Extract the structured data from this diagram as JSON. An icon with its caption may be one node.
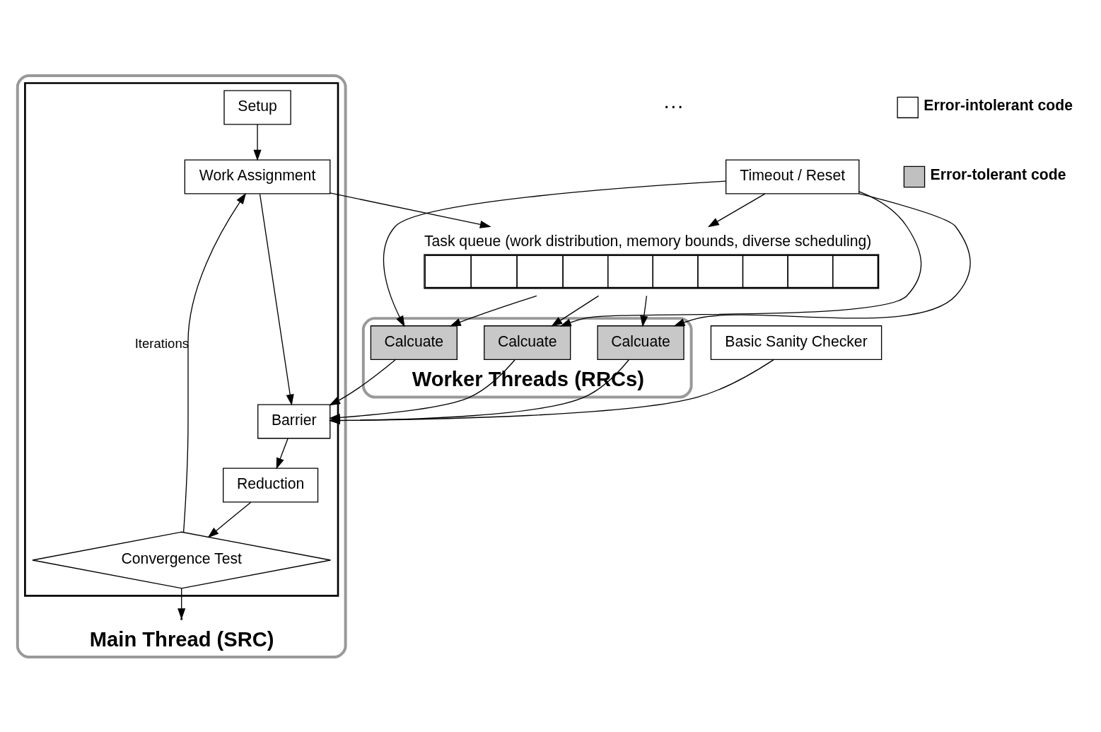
{
  "diagram": {
    "nodes": [
      {
        "text": [
          "Main Thread (SRC)"
        ]
      },
      {
        "text": [],
        "shape": "box",
        "in": 0
      },
      {
        "text": [
          "Setup"
        ],
        "in": 1
      },
      {
        "text": [
          "Work Assignment"
        ],
        "in": 1
      },
      {
        "text": [
          "Basic Sanity Checker"
        ]
      },
      {
        "text": [
          "Timeout / Reset"
        ]
      },
      {
        "text": [
          "Barrier"
        ],
        "in": 1
      },
      {
        "text": [
          "Reduction"
        ],
        "in": 1
      },
      {
        "text": [
          "Convergence Test"
        ],
        "in": 1
      },
      {
        "text": [
          "Task queue (work distribution, memory bounds, diverse scheduling)"
        ]
      },
      {
        "text": [
          "Worker Threads (RRCs)"
        ]
      },
      {
        "text": [
          "Calcuate"
        ],
        "in": 10
      },
      {
        "text": [
          "Calcuate"
        ],
        "in": 10
      },
      {
        "text": [
          "Calcuate"
        ],
        "in": 10
      }
    ],
    "edges": [
      {
        "from": 2,
        "to": 3,
        "arrow": "to"
      },
      {
        "from": 3,
        "to": 9,
        "arrow": "to"
      },
      {
        "from": 5,
        "to": 9,
        "arrow": "to"
      },
      {
        "from": 3,
        "to": 6,
        "arrow": "to"
      },
      {
        "from": 4,
        "to": 6,
        "arrow": "to"
      },
      {
        "from": 6,
        "to": 7,
        "arrow": "to"
      },
      {
        "from": 7,
        "to": 8,
        "arrow": "to"
      },
      {
        "from": 8,
        "to": 3,
        "arrow": "to",
        "label": "Iterations"
      },
      {
        "from": 8,
        "to": null,
        "arrow": "to"
      },
      {
        "from": 9,
        "to": 11,
        "arrow": "to"
      },
      {
        "from": 9,
        "to": 12,
        "arrow": "to"
      },
      {
        "from": 9,
        "to": 13,
        "arrow": "to"
      },
      {
        "from": 5,
        "to": 11,
        "arrow": "to"
      },
      {
        "from": 5,
        "to": 12,
        "arrow": "to"
      },
      {
        "from": 5,
        "to": 13,
        "arrow": "to"
      },
      {
        "from": 11,
        "to": 6,
        "arrow": "to"
      },
      {
        "from": 12,
        "to": 6,
        "arrow": "to"
      },
      {
        "from": 13,
        "to": 6,
        "arrow": "to"
      }
    ],
    "labels": [
      "···"
    ],
    "legend": [
      {
        "text": "Error-intolerant code",
        "color": "#ffffff"
      },
      {
        "text": "Error-tolerant code",
        "color": "#c0c0c0"
      }
    ]
  }
}
